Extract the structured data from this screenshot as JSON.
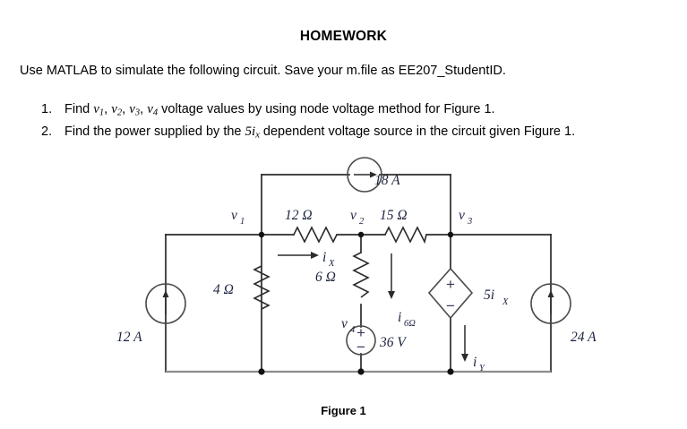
{
  "document": {
    "title": "HOMEWORK",
    "intro": "Use MATLAB to simulate the following circuit. Save your m.file as EE207_StudentID.",
    "tasks": [
      {
        "number": "1.",
        "pre": "Find ",
        "vars": [
          "v1",
          "v2",
          "v3",
          "v4"
        ],
        "post": " voltage values by using node voltage method for Figure 1.",
        "full_text": "Find v1, v2, v3, v4 voltage values by using node voltage method for Figure 1."
      },
      {
        "number": "2.",
        "pre": "Find the power supplied by the ",
        "dep": "5ix",
        "post": " dependent voltage source in the circuit given Figure 1.",
        "full_text": "Find the power supplied by the 5ix dependent voltage source in the circuit given Figure 1."
      }
    ],
    "figure_caption": "Figure 1"
  },
  "circuit": {
    "title": "Figure 1",
    "nodes": [
      {
        "name": "v1",
        "label": "v",
        "sub": "1"
      },
      {
        "name": "v2",
        "label": "v",
        "sub": "2"
      },
      {
        "name": "v3",
        "label": "v",
        "sub": "3"
      },
      {
        "name": "v4",
        "label": "v",
        "sub": "4"
      }
    ],
    "sources": [
      {
        "name": "current-source-12a",
        "value": "12 A",
        "type": "independent-current",
        "direction": "up"
      },
      {
        "name": "current-source-18a",
        "value": "18 A",
        "type": "independent-current",
        "direction": "right"
      },
      {
        "name": "current-source-24a",
        "value": "24 A",
        "type": "independent-current",
        "direction": "up"
      },
      {
        "name": "voltage-source-36v",
        "value": "36 V",
        "type": "independent-voltage",
        "plus": "+",
        "minus": "−"
      },
      {
        "name": "dependent-voltage-source",
        "value": "5i",
        "value_sub": "X",
        "type": "dependent-voltage",
        "plus": "+",
        "minus": "−"
      }
    ],
    "resistors": [
      {
        "name": "resistor-12-ohm",
        "value": "12 Ω",
        "orientation": "horizontal"
      },
      {
        "name": "resistor-15-ohm",
        "value": "15 Ω",
        "orientation": "horizontal"
      },
      {
        "name": "resistor-4-ohm",
        "value": "4 Ω",
        "orientation": "vertical"
      },
      {
        "name": "resistor-6-ohm",
        "value": "6 Ω",
        "orientation": "vertical"
      }
    ],
    "currents": [
      {
        "name": "current-ix",
        "label": "i",
        "sub": "X",
        "direction": "right"
      },
      {
        "name": "current-i6ohm",
        "label": "i",
        "sub": "6Ω",
        "direction": "down"
      },
      {
        "name": "current-iy",
        "label": "i",
        "sub": "Y",
        "direction": "down"
      }
    ],
    "colors": {
      "wire": "#2b2b2b",
      "ground_rail": "#8c8c8c",
      "label_text": "#1c2340",
      "component": "#4a4a4a"
    }
  }
}
